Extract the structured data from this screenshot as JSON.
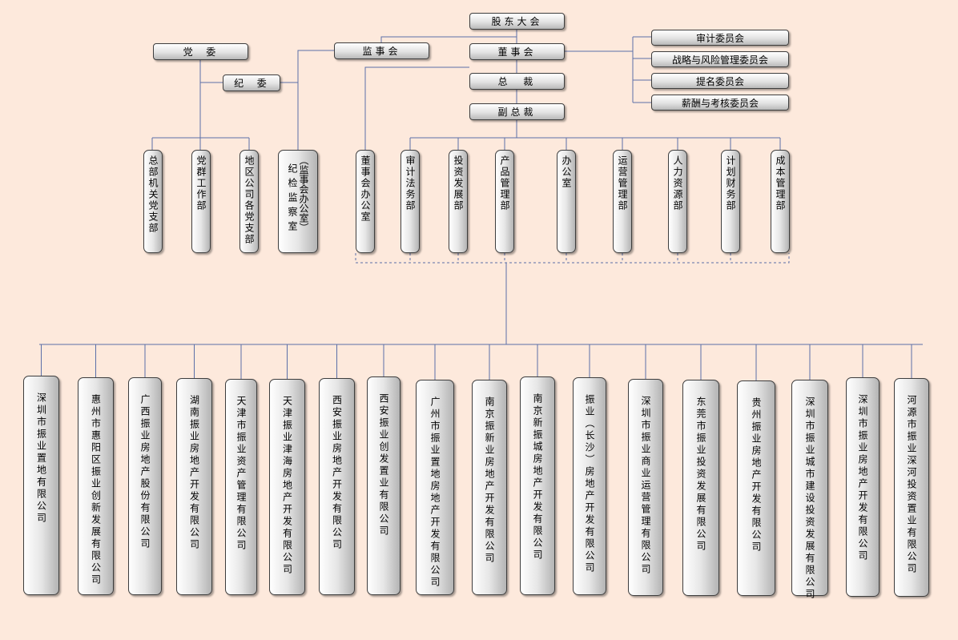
{
  "top": {
    "shareholders": "股东大会",
    "supervisors": "监事会",
    "board": "董事会",
    "president": "总  裁",
    "vice_president": "副总裁"
  },
  "party": {
    "committee": "党  委",
    "discipline_committee": "纪  委",
    "branches": [
      "总部机关党支部",
      "党群工作部",
      "地区公司各党支部"
    ],
    "discipline_office": "纪检监察室",
    "discipline_office_note": "（监事会办公室）"
  },
  "board_committees": [
    "审计委员会",
    "战略与风险管理委员会",
    "提名委员会",
    "薪酬与考核委员会"
  ],
  "departments": [
    "董事会办公室",
    "审计法务部",
    "投资发展部",
    "产品管理部",
    "办公室",
    "运营管理部",
    "人力资源部",
    "计划财务部",
    "成本管理部"
  ],
  "companies": [
    "深圳市振业置地有限公司",
    "惠州市惠阳区振业创新发展有限公司",
    "广西振业房地产股份有限公司",
    "湖南振业房地产开发有限公司",
    "天津市振业资产管理有限公司",
    "天津振业津海房地产开发有限公司",
    "西安振业房地产开发有限公司",
    "西安振业创发置业有限公司",
    "广州市振业置地房地产开发有限公司",
    "南京振新业房地产开发有限公司",
    "南京新振城房地产开发有限公司",
    "振业（长沙）房地产开发有限公司",
    "深圳市振业商业运营管理有限公司",
    "东莞市振业投资发展有限公司",
    "贵州振业房地产开发有限公司",
    "深圳市振业城市建设投资发展有限公司",
    "深圳市振业房地产开发有限公司",
    "河源市振业深河投资置业有限公司"
  ],
  "colors": {
    "background": "#fde9dc",
    "line": "#5b6fa8",
    "border": "#3d3d3d"
  }
}
